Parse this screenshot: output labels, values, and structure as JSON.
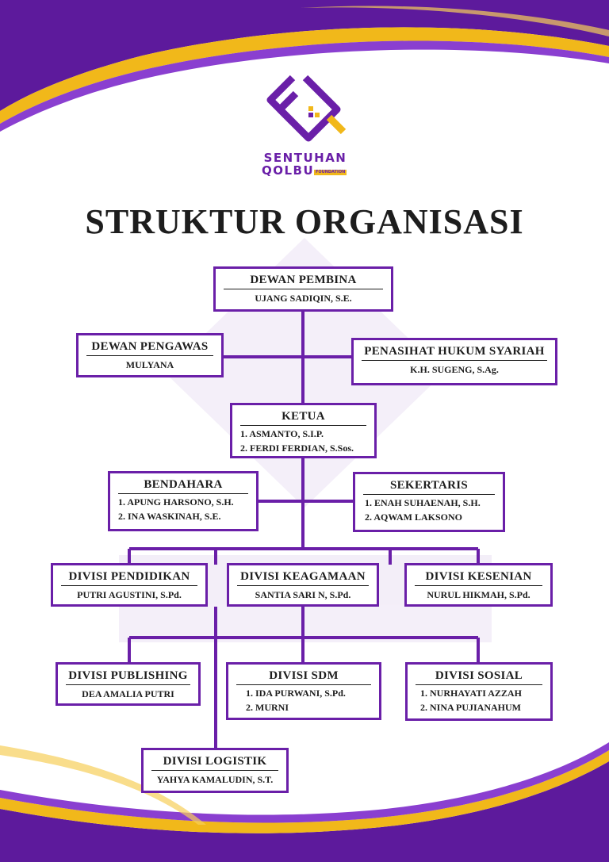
{
  "brand": {
    "line1": "SENTUHAN",
    "line2": "QOLBU",
    "line3": "FOUNDATION"
  },
  "title": "STRUKTUR ORGANISASI",
  "colors": {
    "purple": "#6a1fa8",
    "gold": "#f1b81a",
    "text": "#1d1d1d"
  },
  "nodes": {
    "pembina": {
      "title": "DEWAN PEMBINA",
      "name": "UJANG SADIQIN, S.E."
    },
    "pengawas": {
      "title": "DEWAN PENGAWAS",
      "name": "MULYANA"
    },
    "hukum": {
      "title": "PENASIHAT HUKUM SYARIAH",
      "name": "K.H. SUGENG, S.Ag."
    },
    "ketua": {
      "title": "KETUA",
      "members": [
        "1. ASMANTO, S.I.P.",
        "2. FERDI FERDIAN, S.Sos."
      ]
    },
    "bendahara": {
      "title": "BENDAHARA",
      "members": [
        "1. APUNG HARSONO, S.H.",
        "2. INA WASKINAH, S.E."
      ]
    },
    "sekertaris": {
      "title": "SEKERTARIS",
      "members": [
        "1. ENAH SUHAENAH, S.H.",
        "2. AQWAM LAKSONO"
      ]
    },
    "pendidikan": {
      "title": "DIVISI PENDIDIKAN",
      "name": "PUTRI AGUSTINI, S.Pd."
    },
    "keagamaan": {
      "title": "DIVISI KEAGAMAAN",
      "name": "SANTIA SARI N, S.Pd."
    },
    "kesenian": {
      "title": "DIVISI KESENIAN",
      "name": "NURUL HIKMAH, S.Pd."
    },
    "publishing": {
      "title": "DIVISI PUBLISHING",
      "name": "DEA AMALIA PUTRI"
    },
    "sdm": {
      "title": "DIVISI SDM",
      "members": [
        "1. IDA PURWANI, S.Pd.",
        "2. MURNI"
      ]
    },
    "sosial": {
      "title": "DIVISI SOSIAL",
      "members": [
        "1. NURHAYATI AZZAH",
        "2. NINA PUJIANAHUM"
      ]
    },
    "logistik": {
      "title": "DIVISI LOGISTIK",
      "name": "YAHYA KAMALUDIN, S.T."
    }
  }
}
